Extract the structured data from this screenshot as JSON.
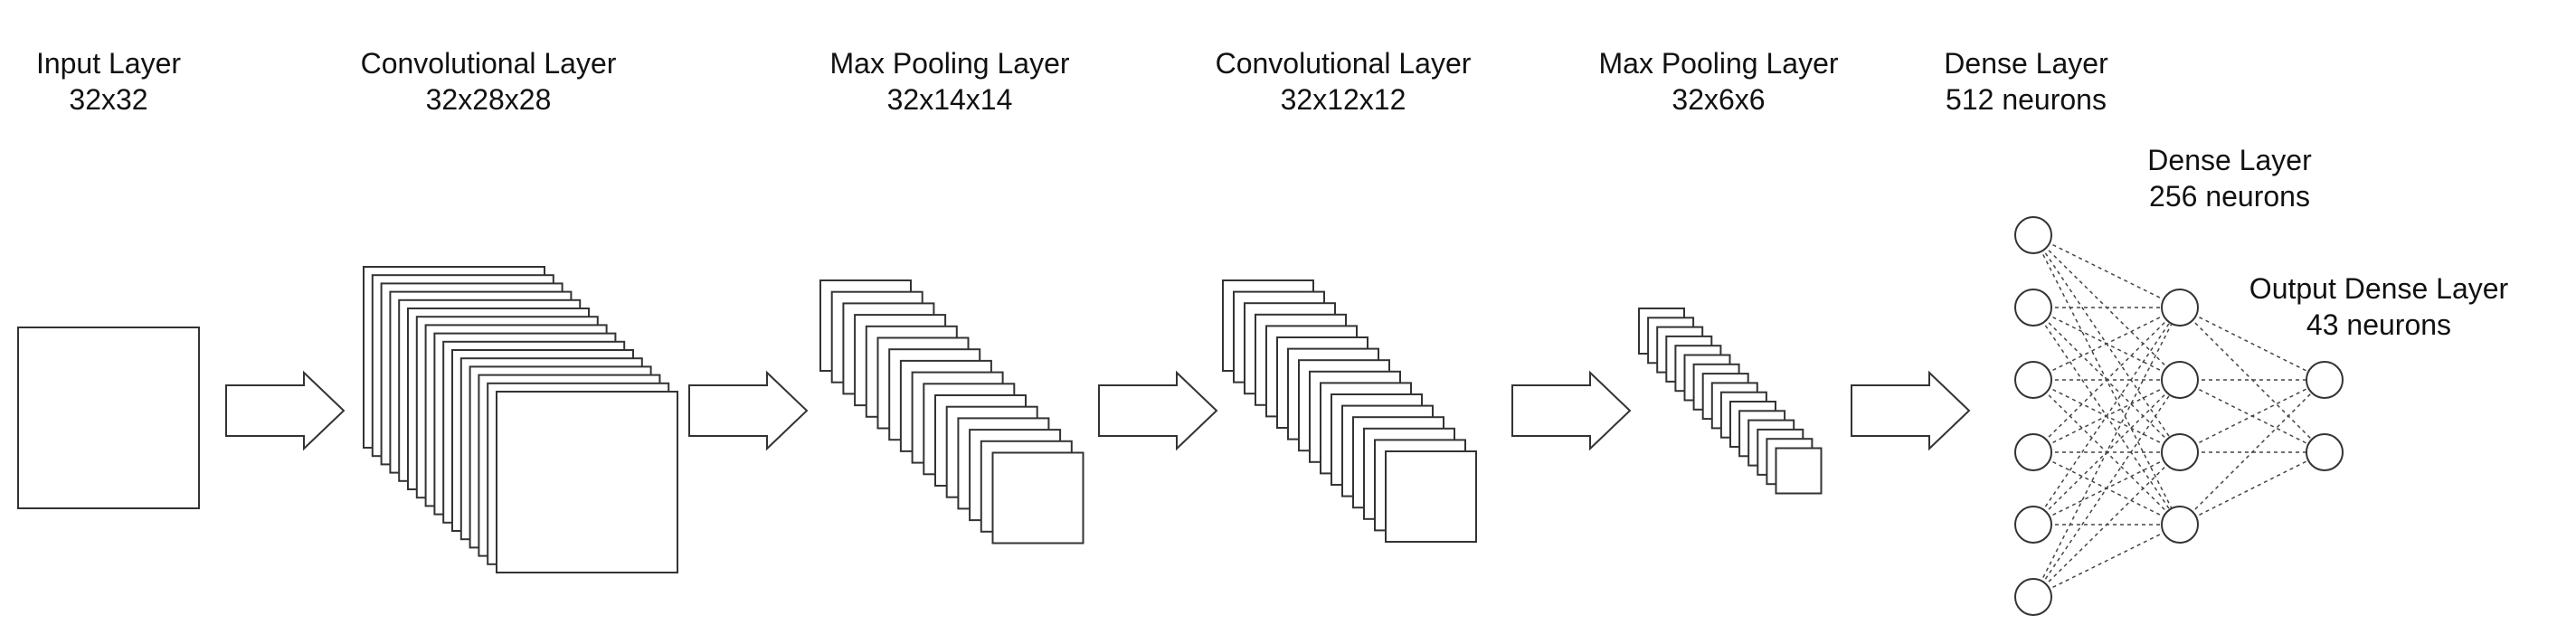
{
  "diagram": {
    "layers": [
      {
        "id": "input",
        "title": "Input Layer",
        "shape": "32x32"
      },
      {
        "id": "conv1",
        "title": "Convolutional Layer",
        "shape": "32x28x28"
      },
      {
        "id": "pool1",
        "title": "Max Pooling Layer",
        "shape": "32x14x14"
      },
      {
        "id": "conv2",
        "title": "Convolutional Layer",
        "shape": "32x12x12"
      },
      {
        "id": "pool2",
        "title": "Max Pooling Layer",
        "shape": "32x6x6"
      },
      {
        "id": "dense1",
        "title": "Dense Layer",
        "shape": "512 neurons"
      },
      {
        "id": "dense2",
        "title": "Dense Layer",
        "shape": "256 neurons"
      },
      {
        "id": "output",
        "title": "Output Dense Layer",
        "shape": "43 neurons"
      }
    ],
    "neuron_columns_drawn": [
      6,
      4,
      2
    ],
    "colors": {
      "stroke": "#333333",
      "text": "#111111",
      "dashed": "#444444"
    }
  }
}
